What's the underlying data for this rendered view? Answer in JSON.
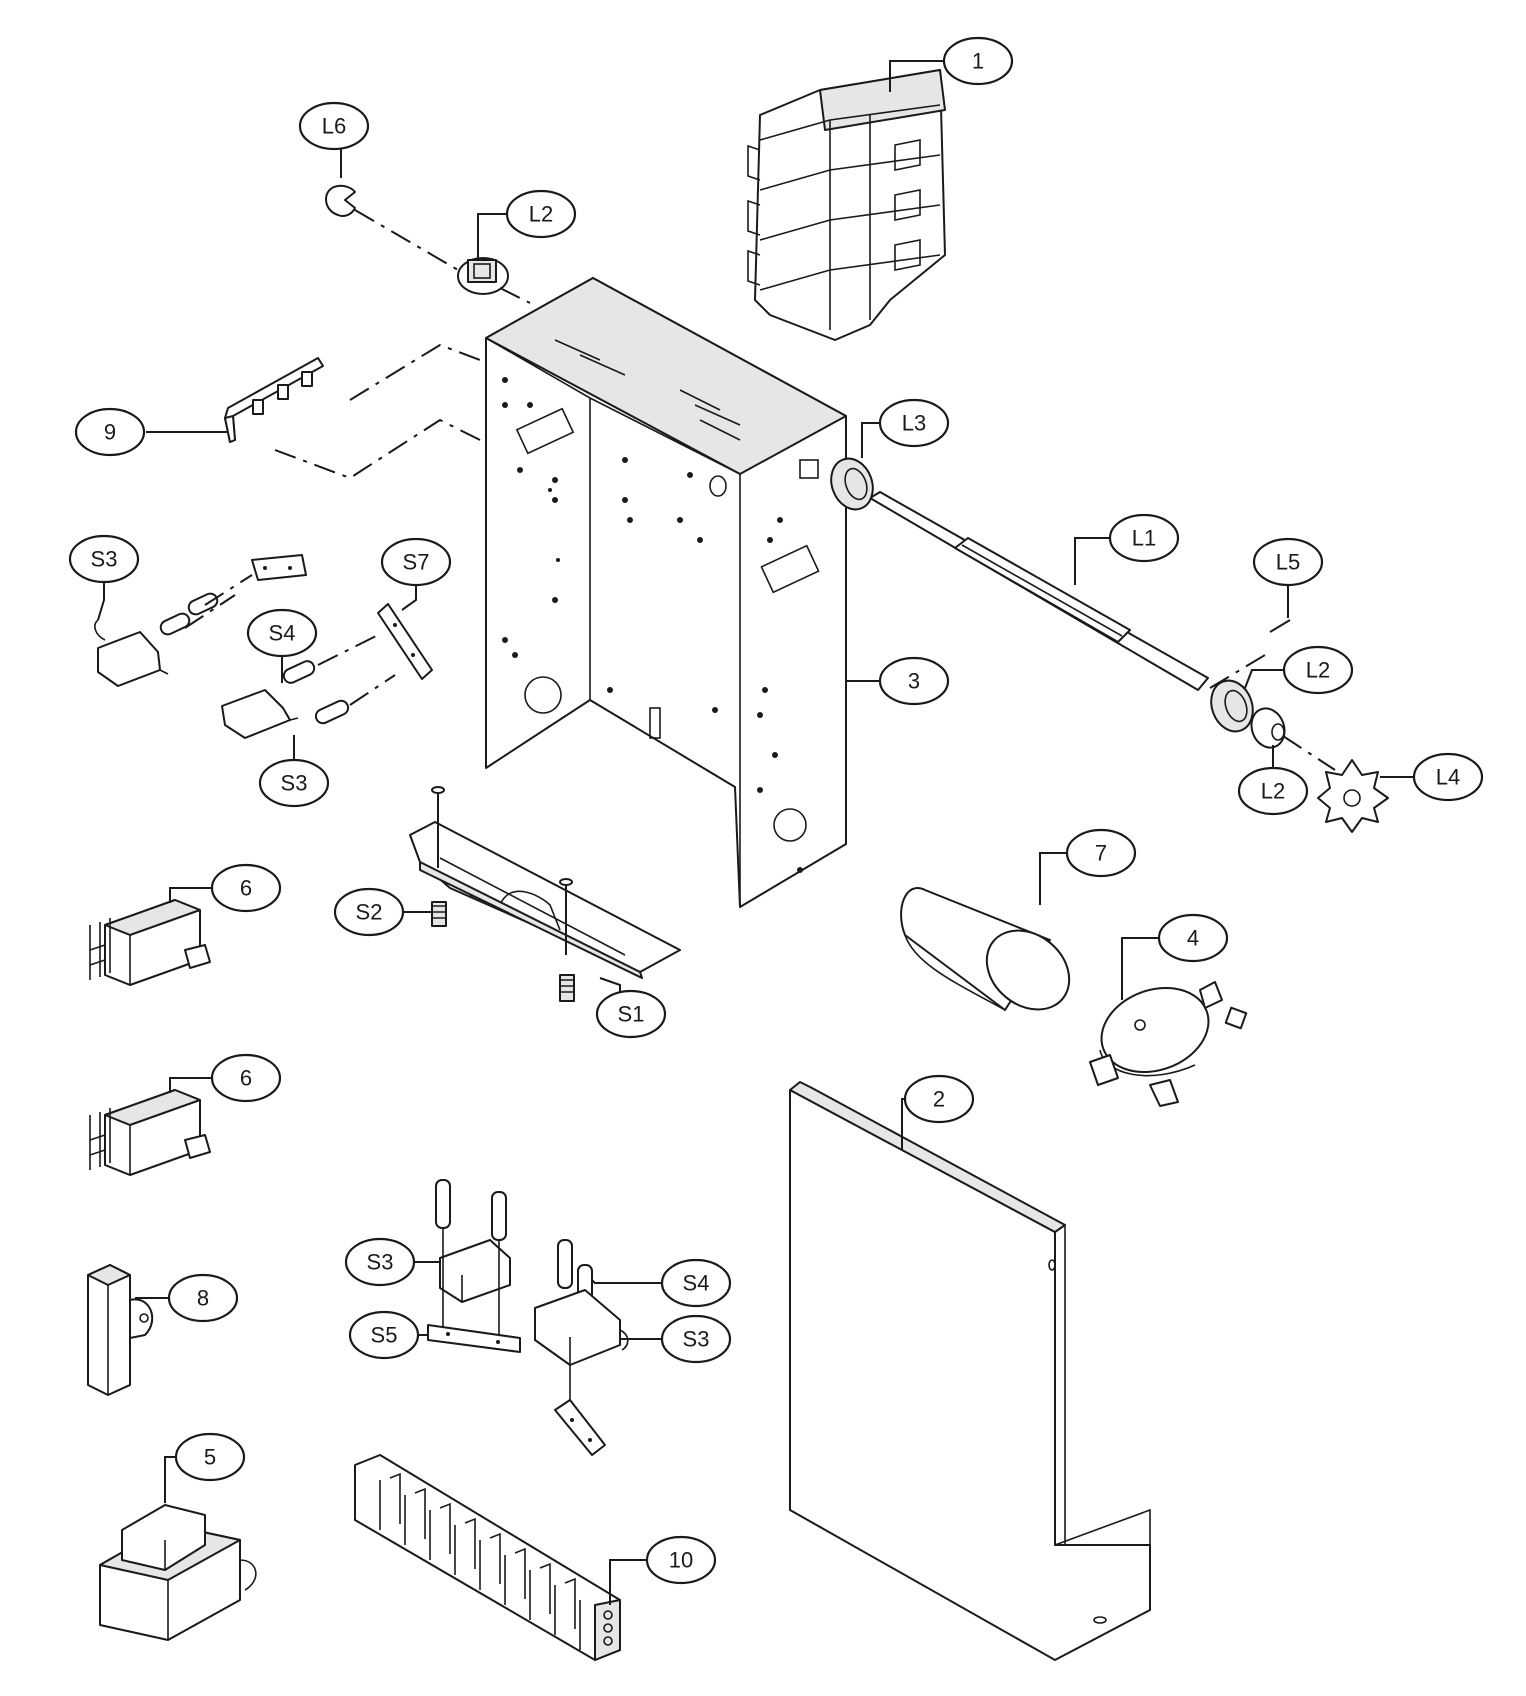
{
  "callouts": [
    {
      "id": "1",
      "label": "1"
    },
    {
      "id": "L6",
      "label": "L6"
    },
    {
      "id": "L2a",
      "label": "L2"
    },
    {
      "id": "9",
      "label": "9"
    },
    {
      "id": "L3",
      "label": "L3"
    },
    {
      "id": "L1",
      "label": "L1"
    },
    {
      "id": "L5",
      "label": "L5"
    },
    {
      "id": "L2b",
      "label": "L2"
    },
    {
      "id": "L2c",
      "label": "L2"
    },
    {
      "id": "L4",
      "label": "L4"
    },
    {
      "id": "S3a",
      "label": "S3"
    },
    {
      "id": "S7",
      "label": "S7"
    },
    {
      "id": "S4a",
      "label": "S4"
    },
    {
      "id": "S3b",
      "label": "S3"
    },
    {
      "id": "3",
      "label": "3"
    },
    {
      "id": "7",
      "label": "7"
    },
    {
      "id": "4",
      "label": "4"
    },
    {
      "id": "6a",
      "label": "6"
    },
    {
      "id": "S2",
      "label": "S2"
    },
    {
      "id": "S1",
      "label": "S1"
    },
    {
      "id": "6b",
      "label": "6"
    },
    {
      "id": "2",
      "label": "2"
    },
    {
      "id": "S3c",
      "label": "S3"
    },
    {
      "id": "S4b",
      "label": "S4"
    },
    {
      "id": "S5",
      "label": "S5"
    },
    {
      "id": "S3d",
      "label": "S3"
    },
    {
      "id": "8",
      "label": "8"
    },
    {
      "id": "5",
      "label": "5"
    },
    {
      "id": "10",
      "label": "10"
    }
  ]
}
